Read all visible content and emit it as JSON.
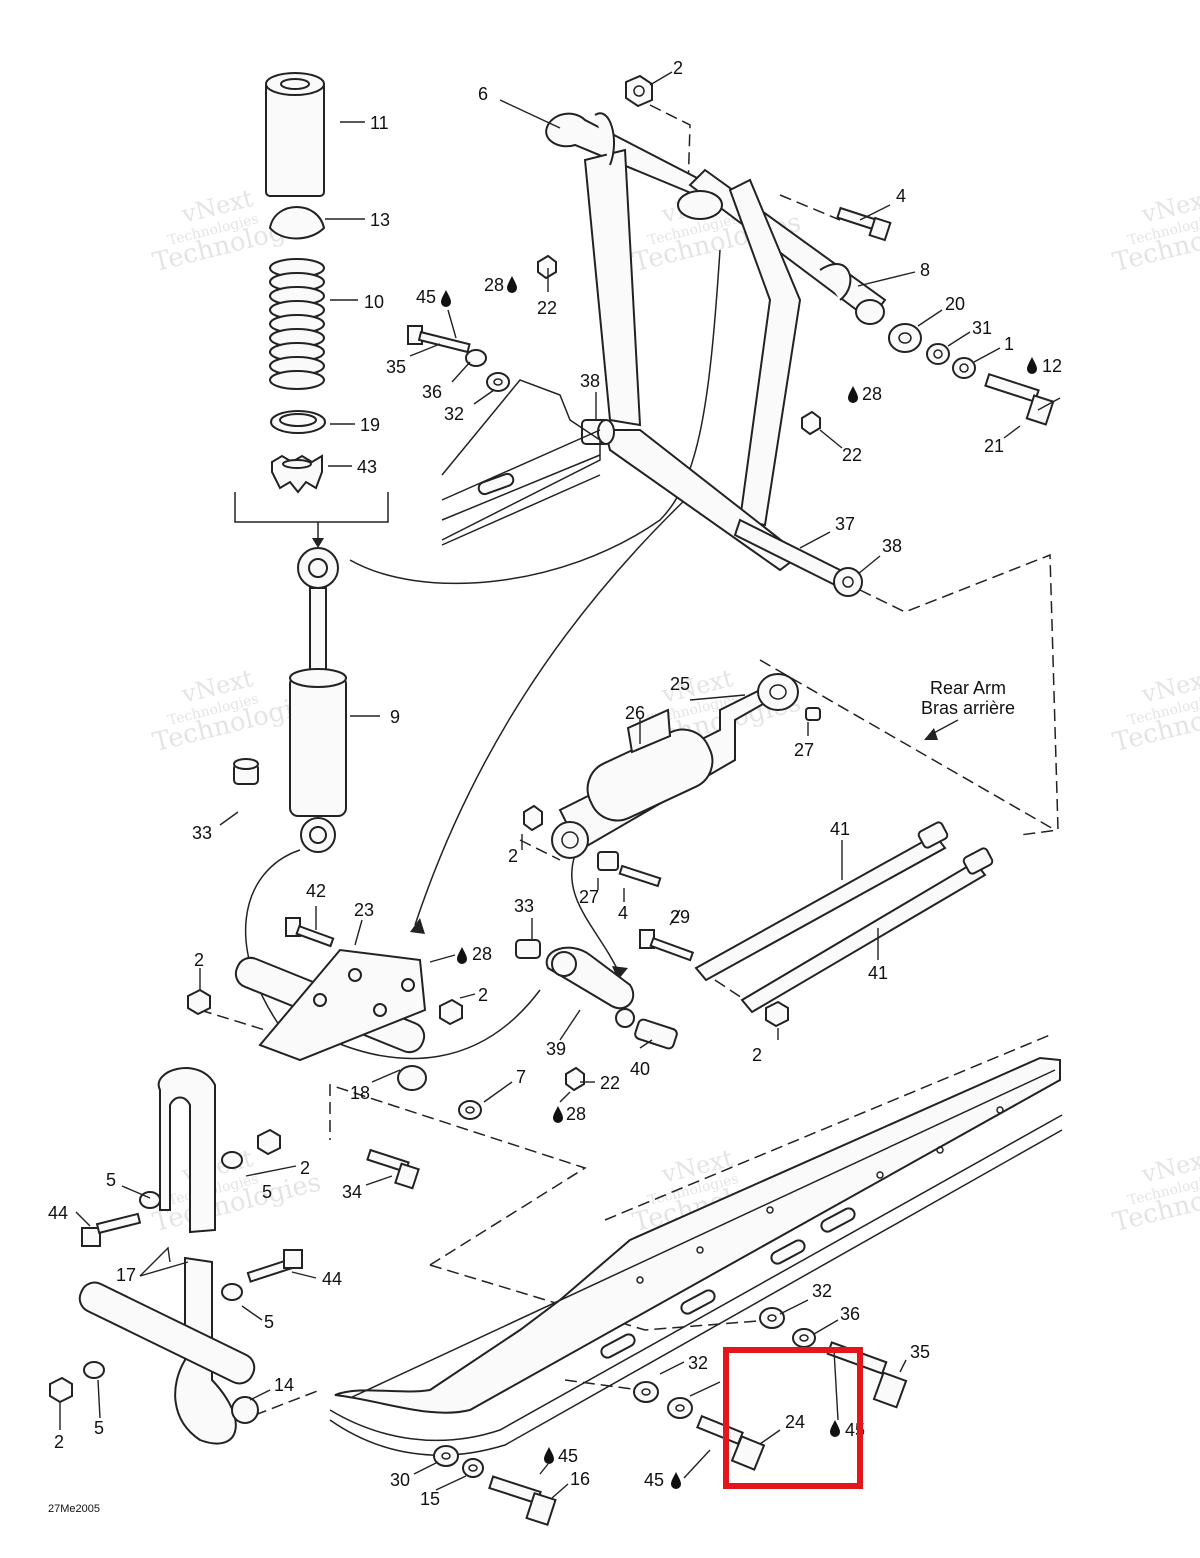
{
  "labels": {
    "l1": "1",
    "l2a": "2",
    "l2b": "2",
    "l2c": "2",
    "l2d": "2",
    "l2e": "2",
    "l2f": "2",
    "l2g": "2",
    "l4a": "4",
    "l4b": "4",
    "l5a": "5",
    "l5b": "5",
    "l5c": "5",
    "l5d": "5",
    "l6": "6",
    "l7": "7",
    "l8": "8",
    "l9": "9",
    "l10": "10",
    "l11": "11",
    "l12": "12",
    "l13": "13",
    "l14": "14",
    "l15": "15",
    "l16": "16",
    "l17": "17",
    "l18": "18",
    "l19": "19",
    "l20": "20",
    "l21": "21",
    "l22a": "22",
    "l22b": "22",
    "l22c": "22",
    "l23": "23",
    "l24": "24",
    "l25": "25",
    "l26": "26",
    "l27a": "27",
    "l27b": "27",
    "l28a": "28",
    "l28b": "28",
    "l28c": "28",
    "l28d": "28",
    "l29": "29",
    "l30": "30",
    "l31": "31",
    "l32a": "32",
    "l32b": "32",
    "l32c": "32",
    "l33a": "33",
    "l33b": "33",
    "l34": "34",
    "l35a": "35",
    "l35b": "35",
    "l36a": "36",
    "l36b": "36",
    "l37": "37",
    "l38a": "38",
    "l38b": "38",
    "l39": "39",
    "l40": "40",
    "l41a": "41",
    "l41b": "41",
    "l42": "42",
    "l43": "43",
    "l44a": "44",
    "l44b": "44",
    "l45a": "45",
    "l45b": "45",
    "l45c": "45",
    "l45d": "45"
  },
  "rear_arm": {
    "line1": "Rear Arm",
    "line2": "Bras arrière"
  },
  "drawing_code": "27Me2005",
  "watermark": {
    "line1": "vNext",
    "line2": "Technologies",
    "line3": "Technologies"
  },
  "colors": {
    "highlight": "#e3161b",
    "ink": "#222222",
    "watermark": "#cfcfcf"
  },
  "highlight": {
    "target_label": "24"
  }
}
